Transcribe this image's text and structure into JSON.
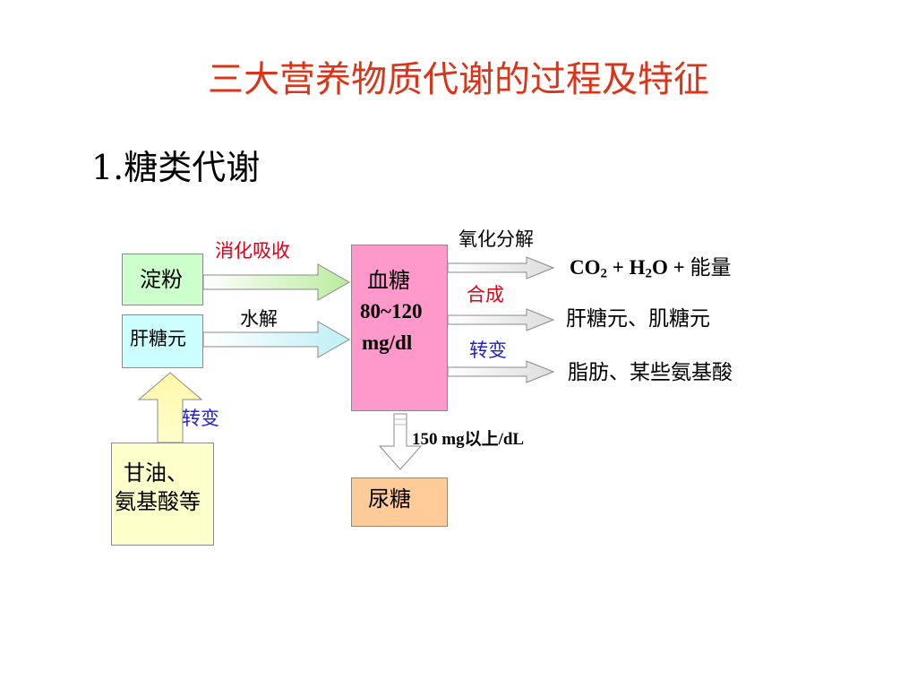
{
  "title": "三大营养物质代谢的过程及特征",
  "section": "1.糖类代谢",
  "nodes": {
    "starch": "淀粉",
    "glycogen": "肝糖元",
    "glycerol_amino_line1": "甘油、",
    "glycerol_amino_line2": "氨基酸等",
    "blood_sugar_name": "血糖",
    "blood_sugar_range": "80~120",
    "blood_sugar_unit": "mg/dl",
    "urine_sugar": "尿糖"
  },
  "processes": {
    "digest_absorb": "消化吸收",
    "hydrolysis": "水解",
    "convert_left": "转变",
    "oxidation": "氧化分解",
    "synthesis": "合成",
    "convert_right": "转变",
    "threshold": "150 mg以上/dL"
  },
  "products": {
    "co2_text": "CO",
    "co2_sub": "2",
    "plus1": " + ",
    "h2o_h": "H",
    "h2o_sub": "2",
    "h2o_o": "O",
    "plus2": " + ",
    "energy": "能量",
    "glycogen_products": "肝糖元、肌糖元",
    "fat_amino": "脂肪、某些氨基酸"
  },
  "colors": {
    "title": "#d8351a",
    "process_red": "#e0001b",
    "process_blue": "#1f1fd6",
    "starch_box": "#ccffcc",
    "glycogen_box": "#ccffff",
    "glycerol_box": "#ffffcc",
    "blood_box": "#ff99cc",
    "urine_box": "#ffcc99"
  }
}
